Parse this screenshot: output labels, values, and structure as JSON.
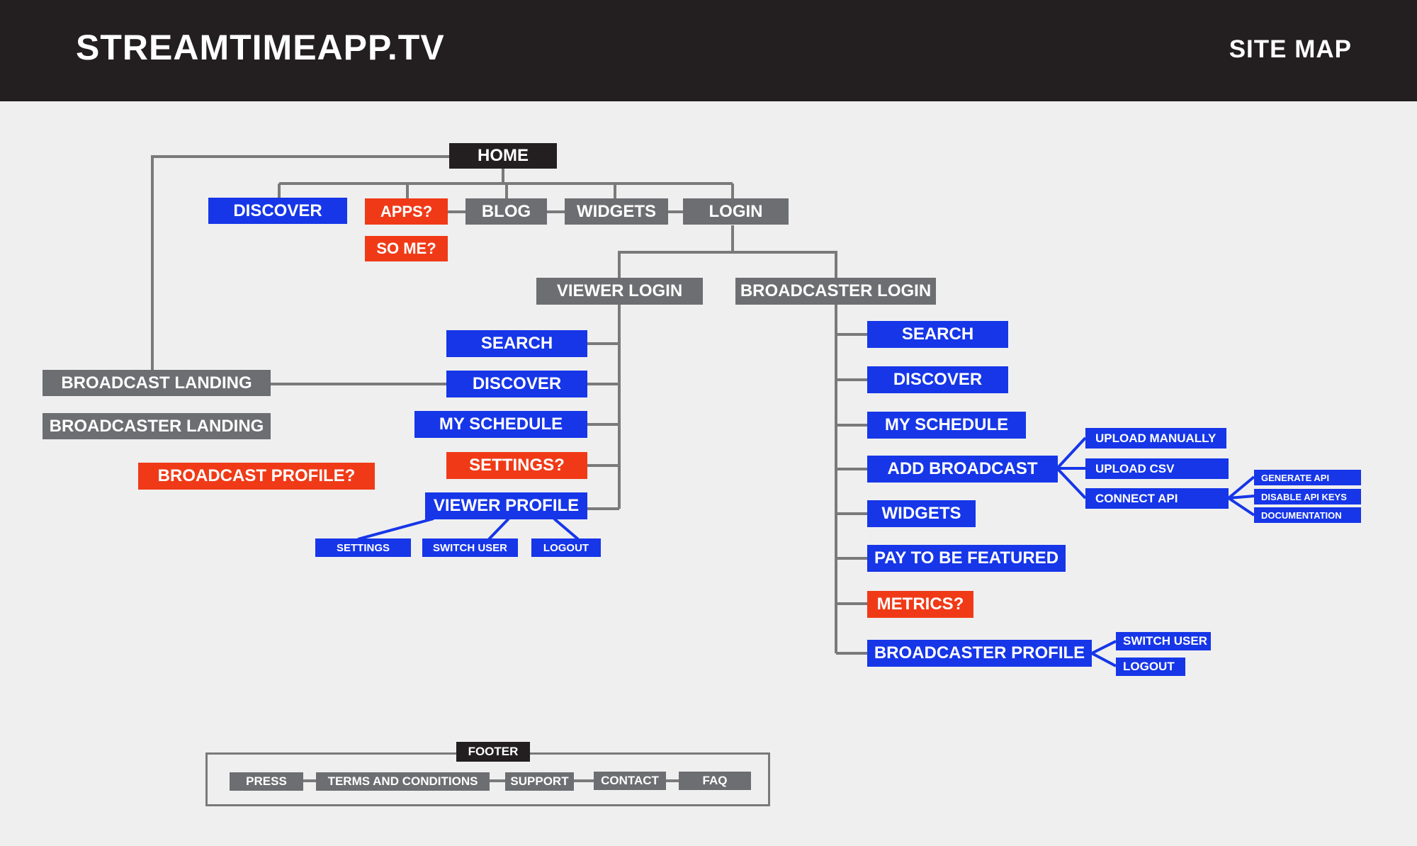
{
  "header": {
    "brand": "STREAMTIMEAPP.TV",
    "title": "SITE MAP"
  },
  "colors": {
    "blue": "#1636e8",
    "red": "#f03a17",
    "gray": "#6d6e71",
    "black": "#231f20",
    "line": "#7a7a7a"
  },
  "top": {
    "home": "HOME",
    "discover": "DISCOVER",
    "apps": "APPS?",
    "so_me": "SO ME?",
    "blog": "BLOG",
    "widgets": "WIDGETS",
    "login": "LOGIN"
  },
  "left": {
    "broadcast_landing": "BROADCAST LANDING",
    "broadcaster_landing": "BROADCASTER LANDING",
    "broadcast_profile": "BROADCAST PROFILE?"
  },
  "viewer": {
    "login": "VIEWER LOGIN",
    "search": "SEARCH",
    "discover": "DISCOVER",
    "my_schedule": "MY SCHEDULE",
    "settings": "SETTINGS?",
    "profile": "VIEWER PROFILE",
    "profile_settings": "SETTINGS",
    "switch_user": "SWITCH USER",
    "logout": "LOGOUT"
  },
  "broadcaster": {
    "login": "BROADCASTER LOGIN",
    "search": "SEARCH",
    "discover": "DISCOVER",
    "my_schedule": "MY SCHEDULE",
    "add_broadcast": "ADD BROADCAST",
    "upload_manually": "UPLOAD MANUALLY",
    "upload_csv": "UPLOAD CSV",
    "connect_api": "CONNECT API",
    "generate_api": "GENERATE API",
    "disable_api_keys": "DISABLE API KEYS",
    "documentation": "DOCUMENTATION",
    "widgets": "WIDGETS",
    "pay_to_be_featured": "PAY TO BE FEATURED",
    "metrics": "METRICS?",
    "profile": "BROADCASTER PROFILE",
    "switch_user": "SWITCH USER",
    "logout": "LOGOUT"
  },
  "footer": {
    "label": "FOOTER",
    "press": "PRESS",
    "terms": "TERMS AND CONDITIONS",
    "support": "SUPPORT",
    "contact": "CONTACT",
    "faq": "FAQ"
  }
}
